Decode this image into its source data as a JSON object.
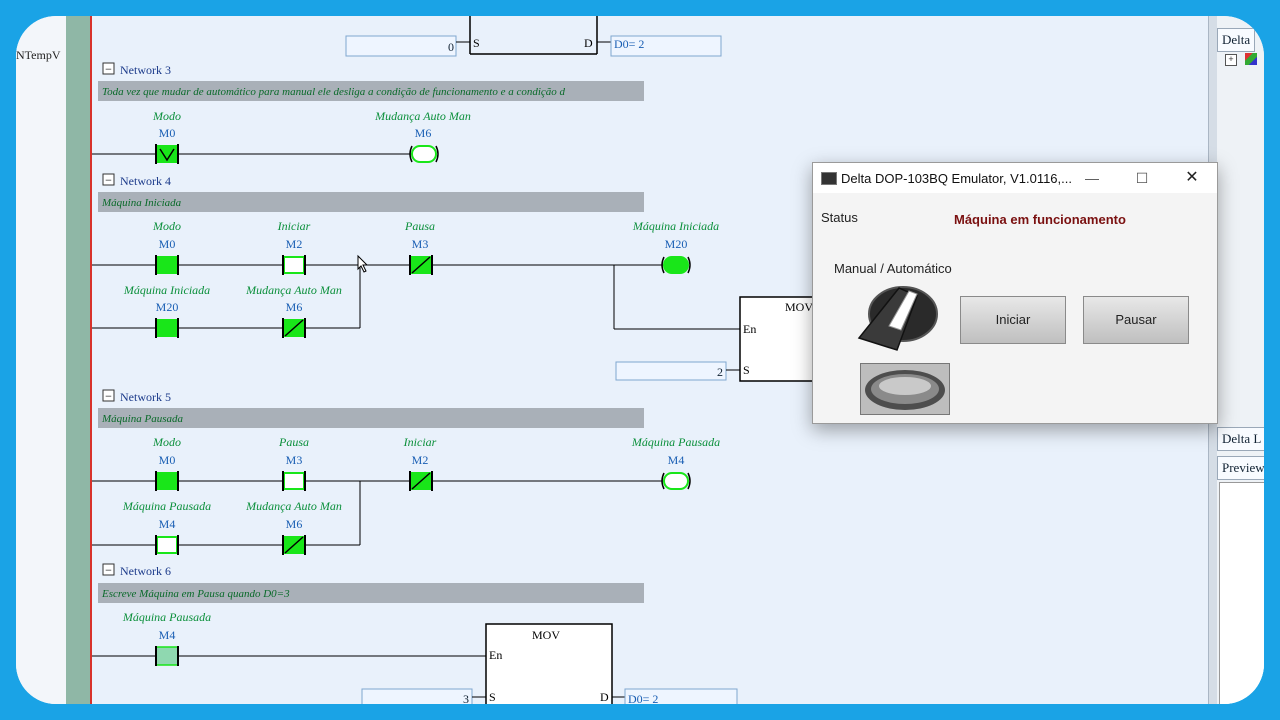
{
  "left_panel": {
    "label": "NTempV"
  },
  "right_pane": {
    "tab_top": "Delta",
    "tab_mid": "Delta L",
    "tab_preview": "Preview",
    "tree_expand": "+"
  },
  "ladder": {
    "top_block": {
      "input_value": "0",
      "s_label": "S",
      "d_label": "D",
      "d_value": "D0= 2"
    },
    "networks": [
      {
        "title": "Network 3",
        "comment": "Toda vez que mudar de automático para manual ele desliga a condição de funcionamento e a condição d",
        "contacts": [
          {
            "name": "Modo",
            "addr": "M0"
          }
        ],
        "coil": {
          "name": "Mudança Auto Man",
          "addr": "M6"
        }
      },
      {
        "title": "Network 4",
        "comment": "Máquina Iniciada",
        "contacts": [
          {
            "name": "Modo",
            "addr": "M0"
          },
          {
            "name": "Iniciar",
            "addr": "M2"
          },
          {
            "name": "Pausa",
            "addr": "M3"
          },
          {
            "name": "Máquina Iniciada",
            "addr": "M20"
          },
          {
            "name": "Mudança Auto Man",
            "addr": "M6"
          }
        ],
        "coil": {
          "name": "Máquina Iniciada",
          "addr": "M20"
        },
        "mov": {
          "label": "MOV",
          "en": "En",
          "s": "S",
          "value": "2"
        }
      },
      {
        "title": "Network 5",
        "comment": "Máquina Pausada",
        "contacts": [
          {
            "name": "Modo",
            "addr": "M0"
          },
          {
            "name": "Pausa",
            "addr": "M3"
          },
          {
            "name": "Iniciar",
            "addr": "M2"
          },
          {
            "name": "Máquina Pausada",
            "addr": "M4"
          },
          {
            "name": "Mudança Auto Man",
            "addr": "M6"
          }
        ],
        "coil": {
          "name": "Máquina Pausada",
          "addr": "M4"
        }
      },
      {
        "title": "Network 6",
        "comment": "Escreve Máquina em Pausa quando D0=3",
        "contacts": [
          {
            "name": "Máquina Pausada",
            "addr": "M4"
          }
        ],
        "mov": {
          "label": "MOV",
          "en": "En",
          "s": "S",
          "d": "D",
          "value": "3",
          "d_value": "D0= 2"
        }
      }
    ],
    "toggle_symbol": "−"
  },
  "dialog": {
    "title": "Delta DOP-103BQ Emulator, V1.0116,...",
    "minimize": "—",
    "maximize": "☐",
    "close": "✕",
    "status_label": "Status",
    "status_value": "Máquina em funcionamento",
    "mode_label": "Manual / Automático",
    "start_button": "Iniciar",
    "pause_button": "Pausar"
  },
  "colors": {
    "green": "#19e619",
    "label_green": "#0a8f3a",
    "network_blue": "#1b3a8a",
    "addr_blue": "#1a5fb4",
    "comment_gray": "#a9b0b8"
  }
}
